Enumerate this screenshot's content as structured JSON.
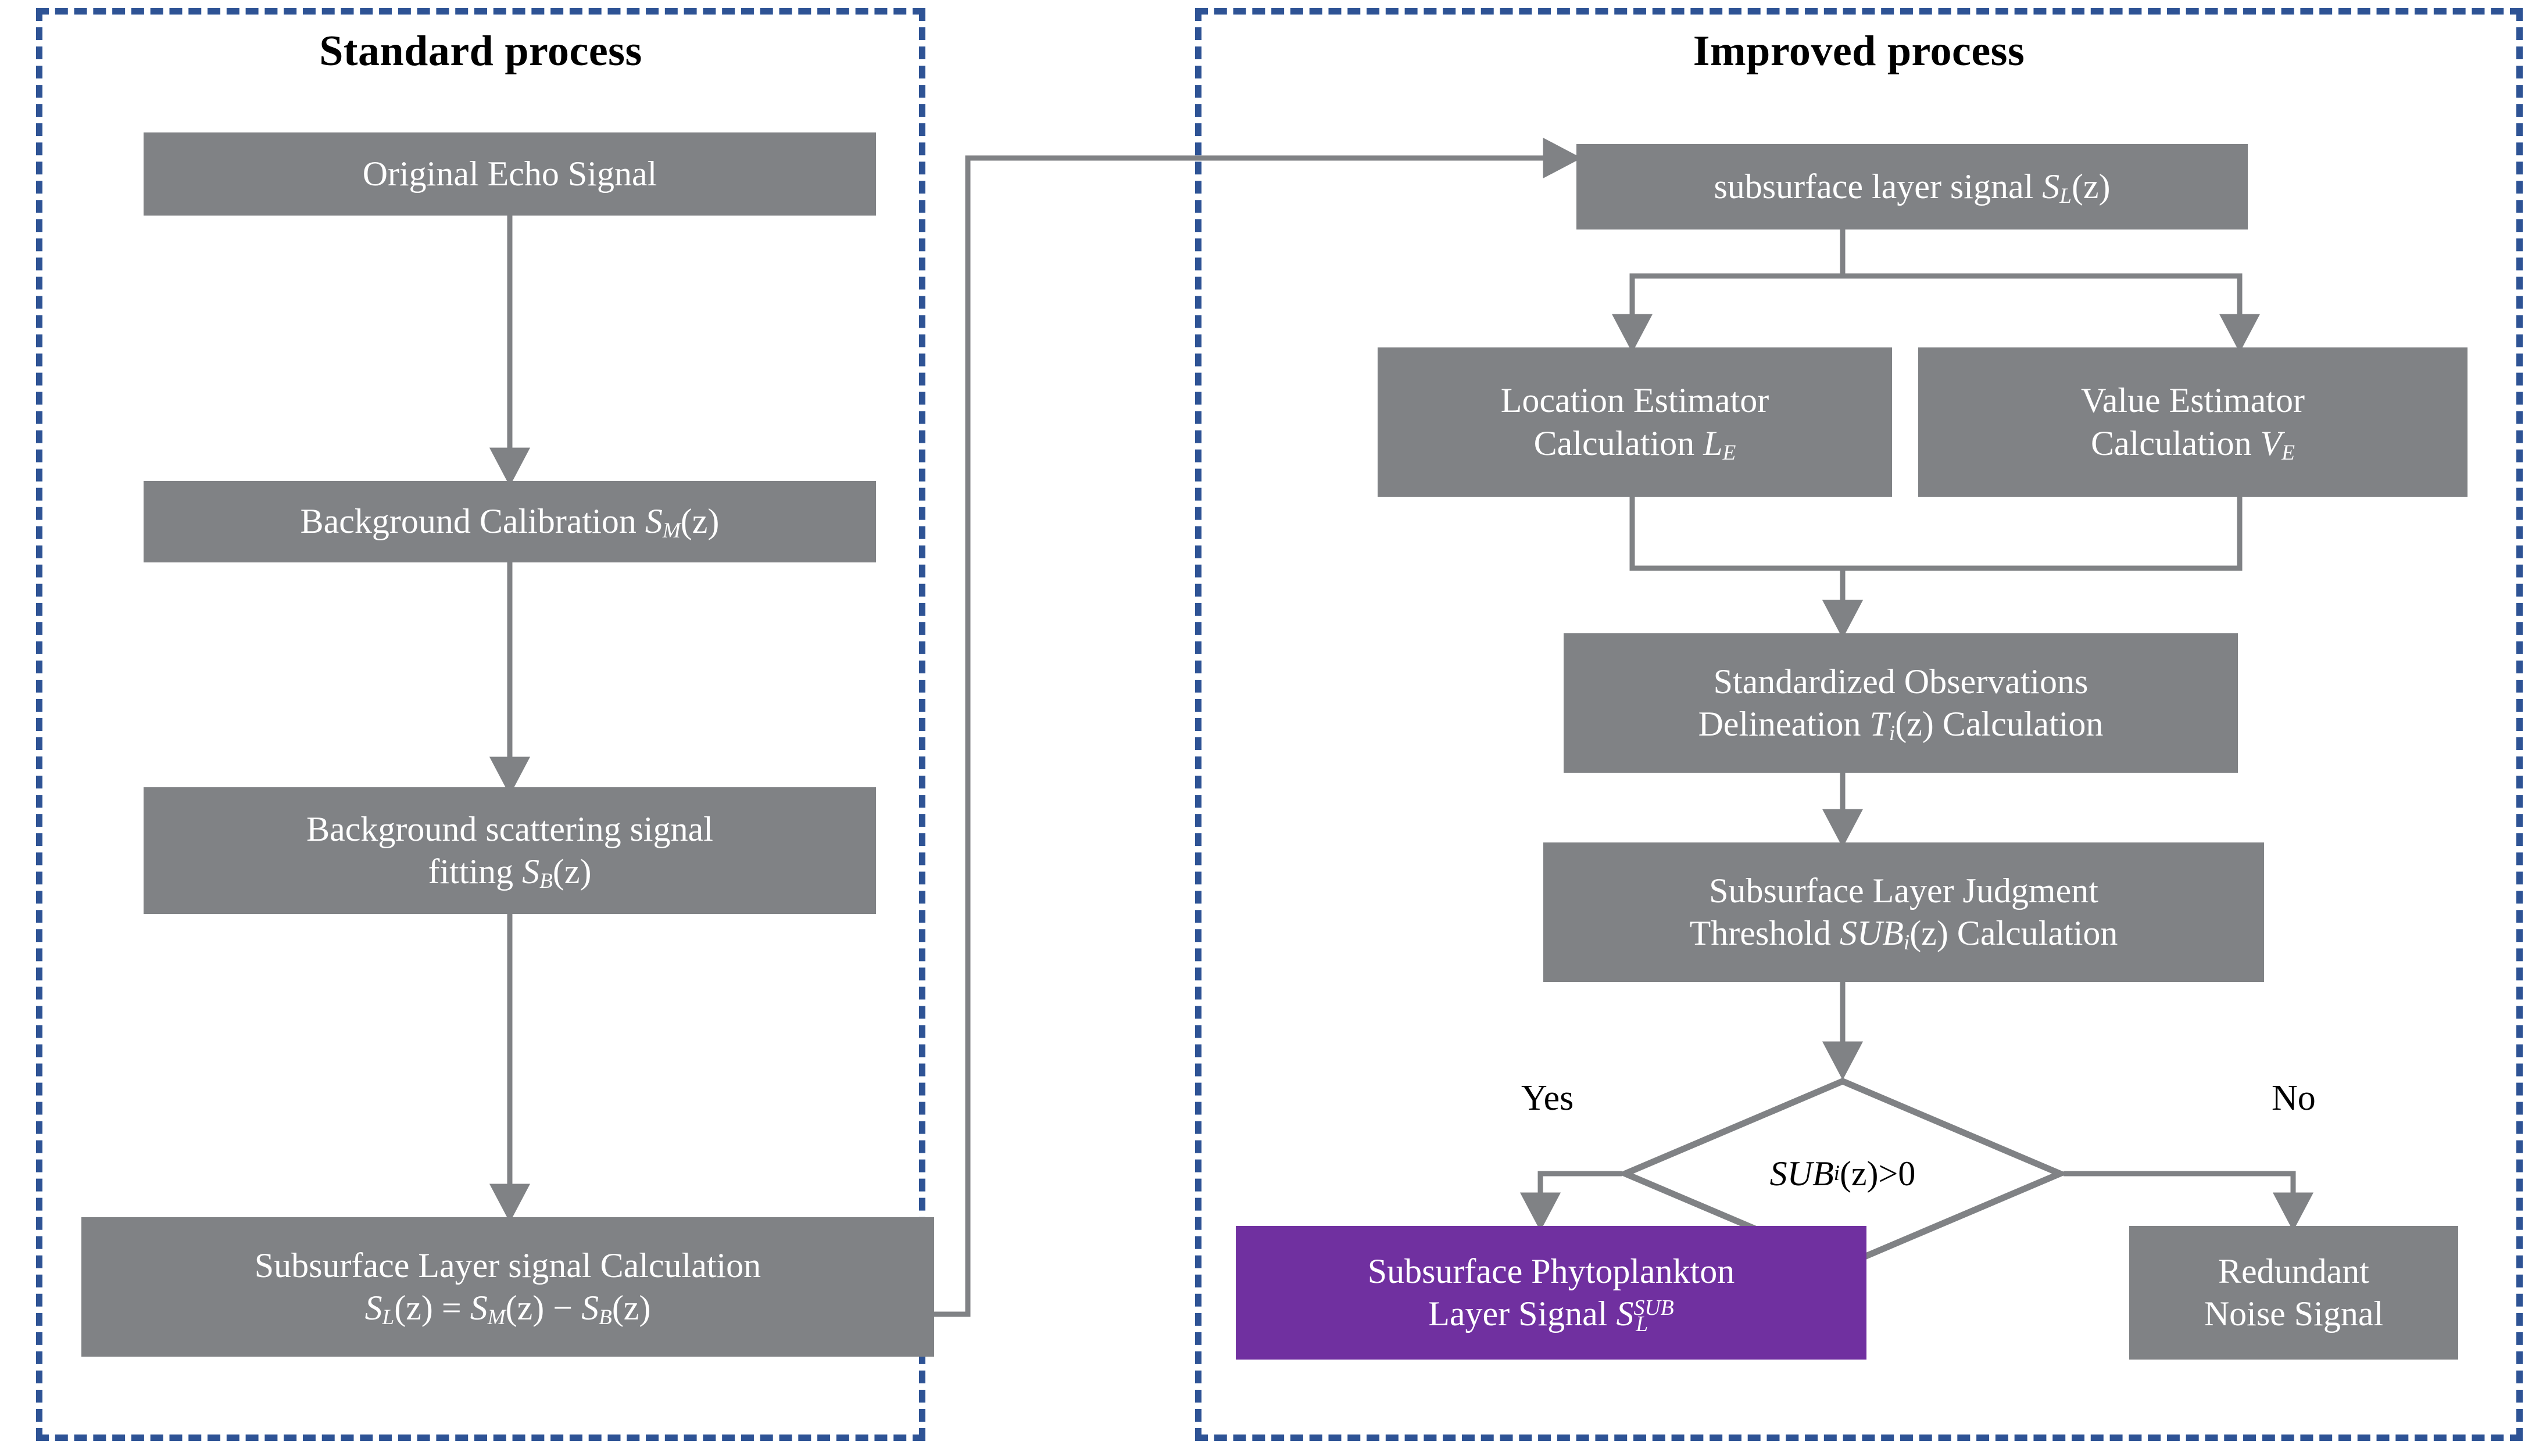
{
  "figure": {
    "kind": "flowchart",
    "panels": [
      {
        "key": "standard",
        "title": "Standard process"
      },
      {
        "key": "improved",
        "title": "Improved process"
      }
    ],
    "colors": {
      "panel_border": "#2E5395",
      "node_fill": "#808285",
      "node_text": "#FFFFFF",
      "highlight_fill": "#7030A0",
      "connector": "#808285",
      "background": "#FFFFFF",
      "label_text": "#000000"
    }
  },
  "standard": {
    "title": "Standard process",
    "nodes": {
      "original_echo": {
        "line1": "Original Echo Signal"
      },
      "background_calibration": {
        "line1_pre": "Background Calibration ",
        "sym": "S",
        "sub": "M",
        "tail": "(z)"
      },
      "background_scattering": {
        "line1": "Background scattering signal",
        "line2_pre": "fitting ",
        "sym": "S",
        "sub": "B",
        "tail": "(z)"
      },
      "subsurface_calc": {
        "line1": "Subsurface Layer signal Calculation",
        "eq_sym1": "S",
        "eq_sub1": "L",
        "eq_mid1": "(z) = ",
        "eq_sym2": "S",
        "eq_sub2": "M",
        "eq_mid2": "(z) − ",
        "eq_sym3": "S",
        "eq_sub3": "B",
        "eq_tail": "(z)"
      }
    }
  },
  "improved": {
    "title": "Improved process",
    "nodes": {
      "subsurface_layer_signal": {
        "line1_pre": "subsurface layer signal ",
        "sym": "S",
        "sub": "L",
        "tail": "(z)"
      },
      "location_estimator": {
        "line1": "Location Estimator",
        "line2_pre": "Calculation ",
        "sym": "L",
        "sub": "E"
      },
      "value_estimator": {
        "line1": "Value Estimator",
        "line2_pre": "Calculation ",
        "sym": "V",
        "sub": "E"
      },
      "standardized_observations": {
        "line1": "Standardized Observations",
        "line2_pre": "Delineation ",
        "sym": "T",
        "sub": "i",
        "tail": "(z) Calculation"
      },
      "judgment_threshold": {
        "line1": "Subsurface Layer Judgment",
        "line2_pre": "Threshold ",
        "sym": "SUB",
        "sub": "i",
        "tail": "(z) Calculation"
      },
      "decision": {
        "sym": "SUB",
        "sub": "i",
        "tail": "(z)>0"
      },
      "phytoplankton_layer": {
        "line1": "Subsurface Phytoplankton",
        "line2_pre": "Layer Signal ",
        "sym": "S",
        "sup": "SUB",
        "sub": "L"
      },
      "redundant_noise": {
        "line1": "Redundant",
        "line2": "Noise Signal"
      }
    },
    "branch_labels": {
      "yes": "Yes",
      "no": "No"
    }
  }
}
